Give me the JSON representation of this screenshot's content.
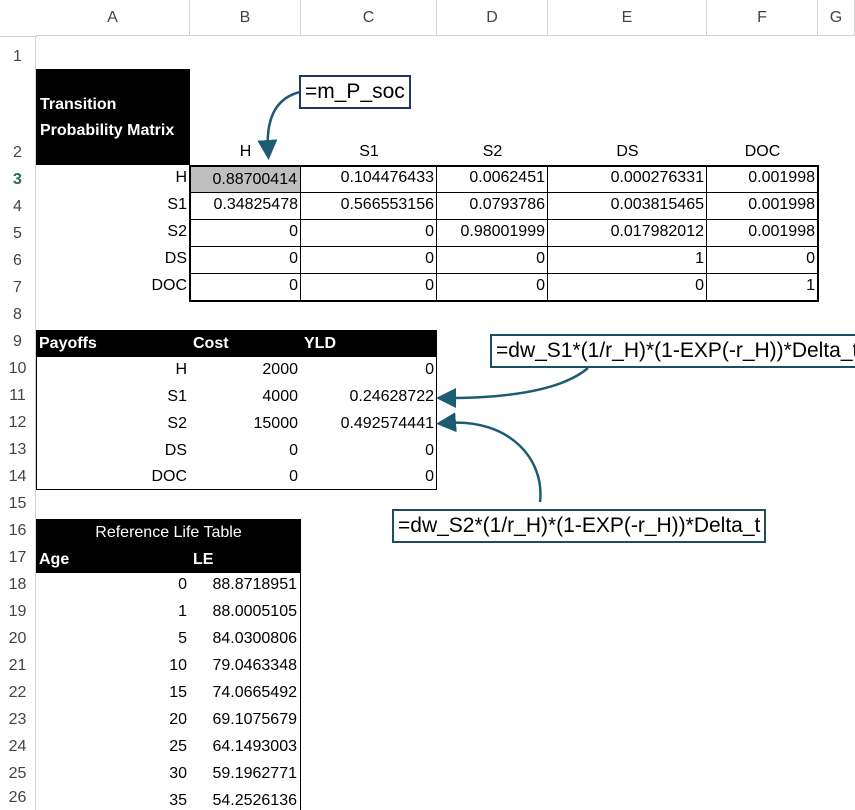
{
  "columns": [
    "A",
    "B",
    "C",
    "D",
    "E",
    "F",
    "G"
  ],
  "rows": [
    "1",
    "2",
    "3",
    "4",
    "5",
    "6",
    "7",
    "8",
    "9",
    "10",
    "11",
    "12",
    "13",
    "14",
    "15",
    "16",
    "17",
    "18",
    "19",
    "20",
    "21",
    "22",
    "23",
    "24",
    "25",
    "26"
  ],
  "matrix": {
    "title_line1": "Transition",
    "title_line2": "Probability Matrix",
    "col_headers": [
      "H",
      "S1",
      "S2",
      "DS",
      "DOC"
    ],
    "row_labels": [
      "H",
      "S1",
      "S2",
      "DS",
      "DOC"
    ],
    "values": [
      [
        "0.88700414",
        "0.104476433",
        "0.0062451",
        "0.000276331",
        "0.001998"
      ],
      [
        "0.34825478",
        "0.566553156",
        "0.0793786",
        "0.003815465",
        "0.001998"
      ],
      [
        "0",
        "0",
        "0.98001999",
        "0.017982012",
        "0.001998"
      ],
      [
        "0",
        "0",
        "0",
        "1",
        "0"
      ],
      [
        "0",
        "0",
        "0",
        "0",
        "1"
      ]
    ]
  },
  "payoffs": {
    "header": [
      "Payoffs",
      "Cost",
      "YLD"
    ],
    "rows": [
      {
        "label": "H",
        "cost": "2000",
        "yld": "0"
      },
      {
        "label": "S1",
        "cost": "4000",
        "yld": "0.24628722"
      },
      {
        "label": "S2",
        "cost": "15000",
        "yld": "0.492574441"
      },
      {
        "label": "DS",
        "cost": "0",
        "yld": "0"
      },
      {
        "label": "DOC",
        "cost": "0",
        "yld": "0"
      }
    ]
  },
  "life_table": {
    "title": "Reference Life Table",
    "col_age": "Age",
    "col_le": "LE",
    "rows": [
      {
        "age": "0",
        "le": "88.8718951"
      },
      {
        "age": "1",
        "le": "88.0005105"
      },
      {
        "age": "5",
        "le": "84.0300806"
      },
      {
        "age": "10",
        "le": "79.0463348"
      },
      {
        "age": "15",
        "le": "74.0665492"
      },
      {
        "age": "20",
        "le": "69.1075679"
      },
      {
        "age": "25",
        "le": "64.1493003"
      },
      {
        "age": "30",
        "le": "59.1962771"
      },
      {
        "age": "35",
        "le": "54.2526136"
      }
    ]
  },
  "callouts": {
    "m_p_soc": "=m_P_soc",
    "dw_s1": "=dw_S1*(1/r_H)*(1-EXP(-r_H))*Delta_t",
    "dw_s2": "=dw_S2*(1/r_H)*(1-EXP(-r_H))*Delta_t"
  },
  "colors": {
    "callout_border": "#1f3864",
    "arrow": "#1d5b73",
    "selected_cell": "#bfbfbf",
    "active_row_header": "#1e7145"
  }
}
